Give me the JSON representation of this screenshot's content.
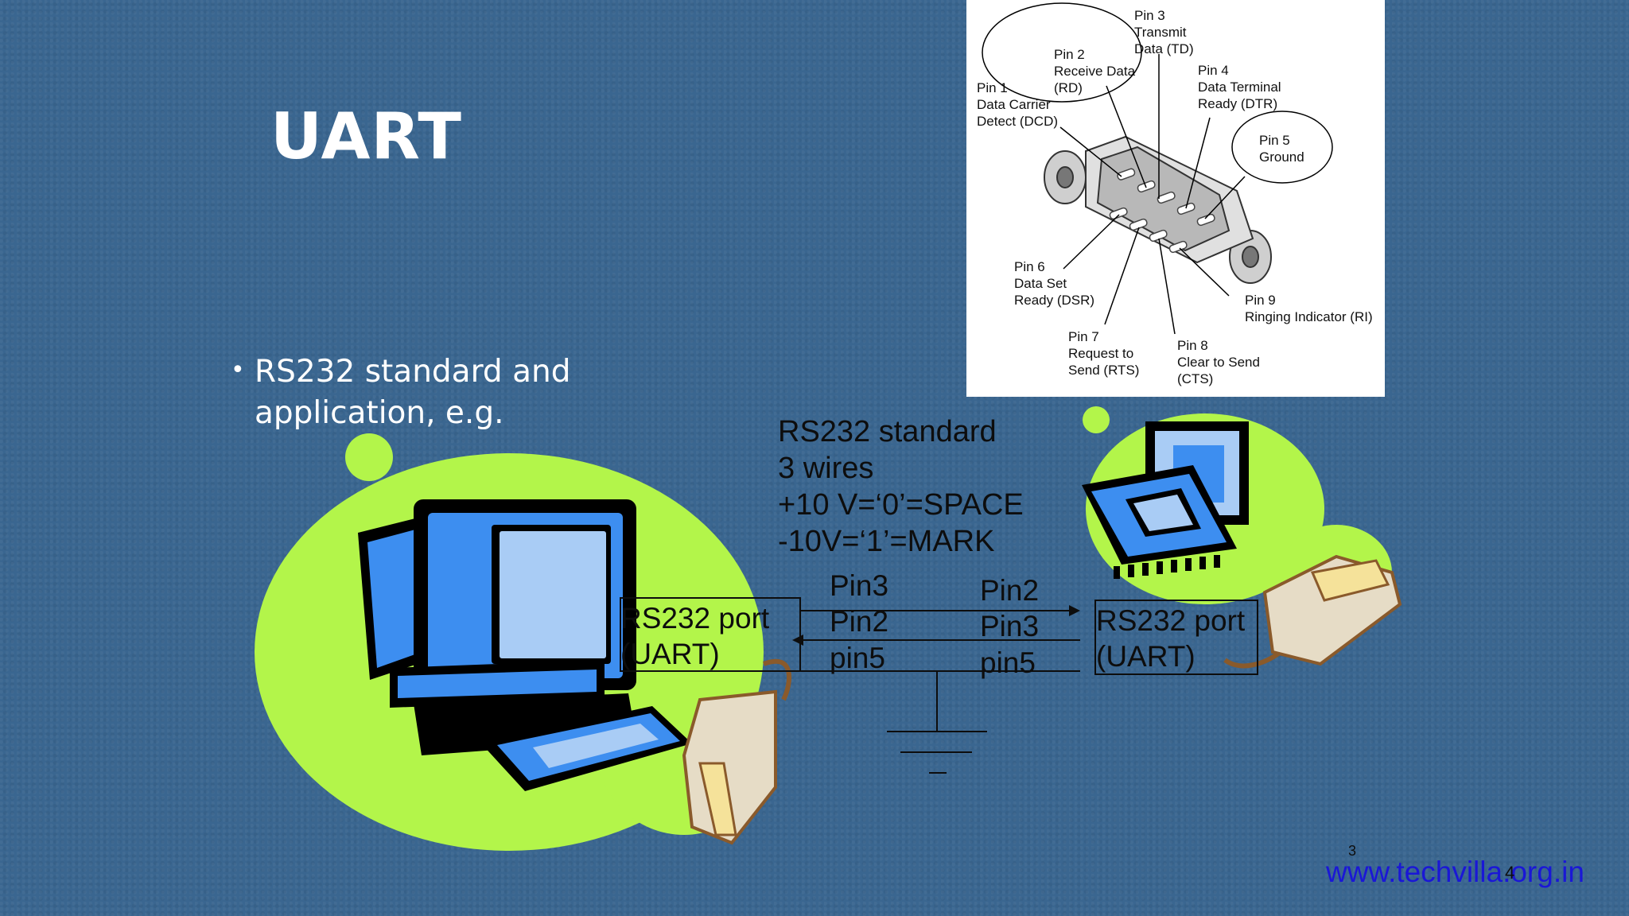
{
  "slide": {
    "title": "UART",
    "bullet": "RS232 standard and application, e.g."
  },
  "pinout": {
    "pin1": [
      "Pin 1",
      "Data Carrier",
      "Detect (DCD)"
    ],
    "pin2": [
      "Pin 2",
      "Receive Data",
      "(RD)"
    ],
    "pin3": [
      "Pin 3",
      "Transmit",
      "Data (TD)"
    ],
    "pin4": [
      "Pin 4",
      "Data Terminal",
      "Ready (DTR)"
    ],
    "pin5": [
      "Pin 5",
      "Ground"
    ],
    "pin6": [
      "Pin 6",
      "Data Set",
      "Ready (DSR)"
    ],
    "pin7": [
      "Pin 7",
      "Request to",
      "Send (RTS)"
    ],
    "pin8": [
      "Pin 8",
      "Clear to Send",
      "(CTS)"
    ],
    "pin9": [
      "Pin 9",
      "Ringing Indicator (RI)"
    ]
  },
  "standard": {
    "line1": "RS232 standard",
    "line2": "3 wires",
    "line3": "+10 V=‘0’=SPACE",
    "line4": "-10V=‘1’=MARK"
  },
  "wiring": {
    "left_pins": [
      "Pin3",
      "Pin2",
      "pin5"
    ],
    "right_pins": [
      "Pin2",
      "Pin3",
      "pin5"
    ],
    "left_port": [
      "RS232 port",
      "(UART)"
    ],
    "right_port": [
      "RS232 port",
      "(UART)"
    ]
  },
  "footer": {
    "page_small": "3",
    "page_overlap": "4",
    "url": "www.techvilla.org.in"
  },
  "colors": {
    "background": "#3a6690",
    "lime": "#b3f54a",
    "monitor_blue": "#3d8ef0",
    "url": "#1a17d6"
  }
}
